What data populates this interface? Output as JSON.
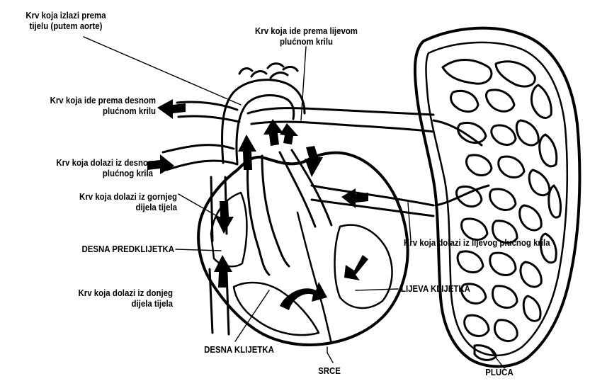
{
  "labels": {
    "aorta": [
      "Krv koja izlazi prema",
      "tijelu (putem aorte)"
    ],
    "left_lung_out": [
      "Krv koja ide prema lijevom",
      "plućnom krilu"
    ],
    "right_lung_out": [
      "Krv koja ide prema desnom",
      "plućnom krilu"
    ],
    "right_lung_in": [
      "Krv koja dolazi iz desnog",
      "plućnog krila"
    ],
    "upper_body": [
      "Krv koja dolazi iz gornjeg",
      "dijela tijela"
    ],
    "right_atrium": "DESNA PREDKLIJETKA",
    "left_lung_in": "Krv koja dolazi iz lijevog plućnog krila",
    "lower_body": [
      "Krv koja dolazi iz donjeg",
      "dijela tijela"
    ],
    "left_ventricle": "LIJEVA KLIJETKA",
    "right_ventricle": "DESNA KLIJETKA",
    "heart": "SRCE",
    "lungs": "PLUĆA"
  },
  "colors": {
    "ink": "#000000",
    "paper": "#ffffff"
  }
}
